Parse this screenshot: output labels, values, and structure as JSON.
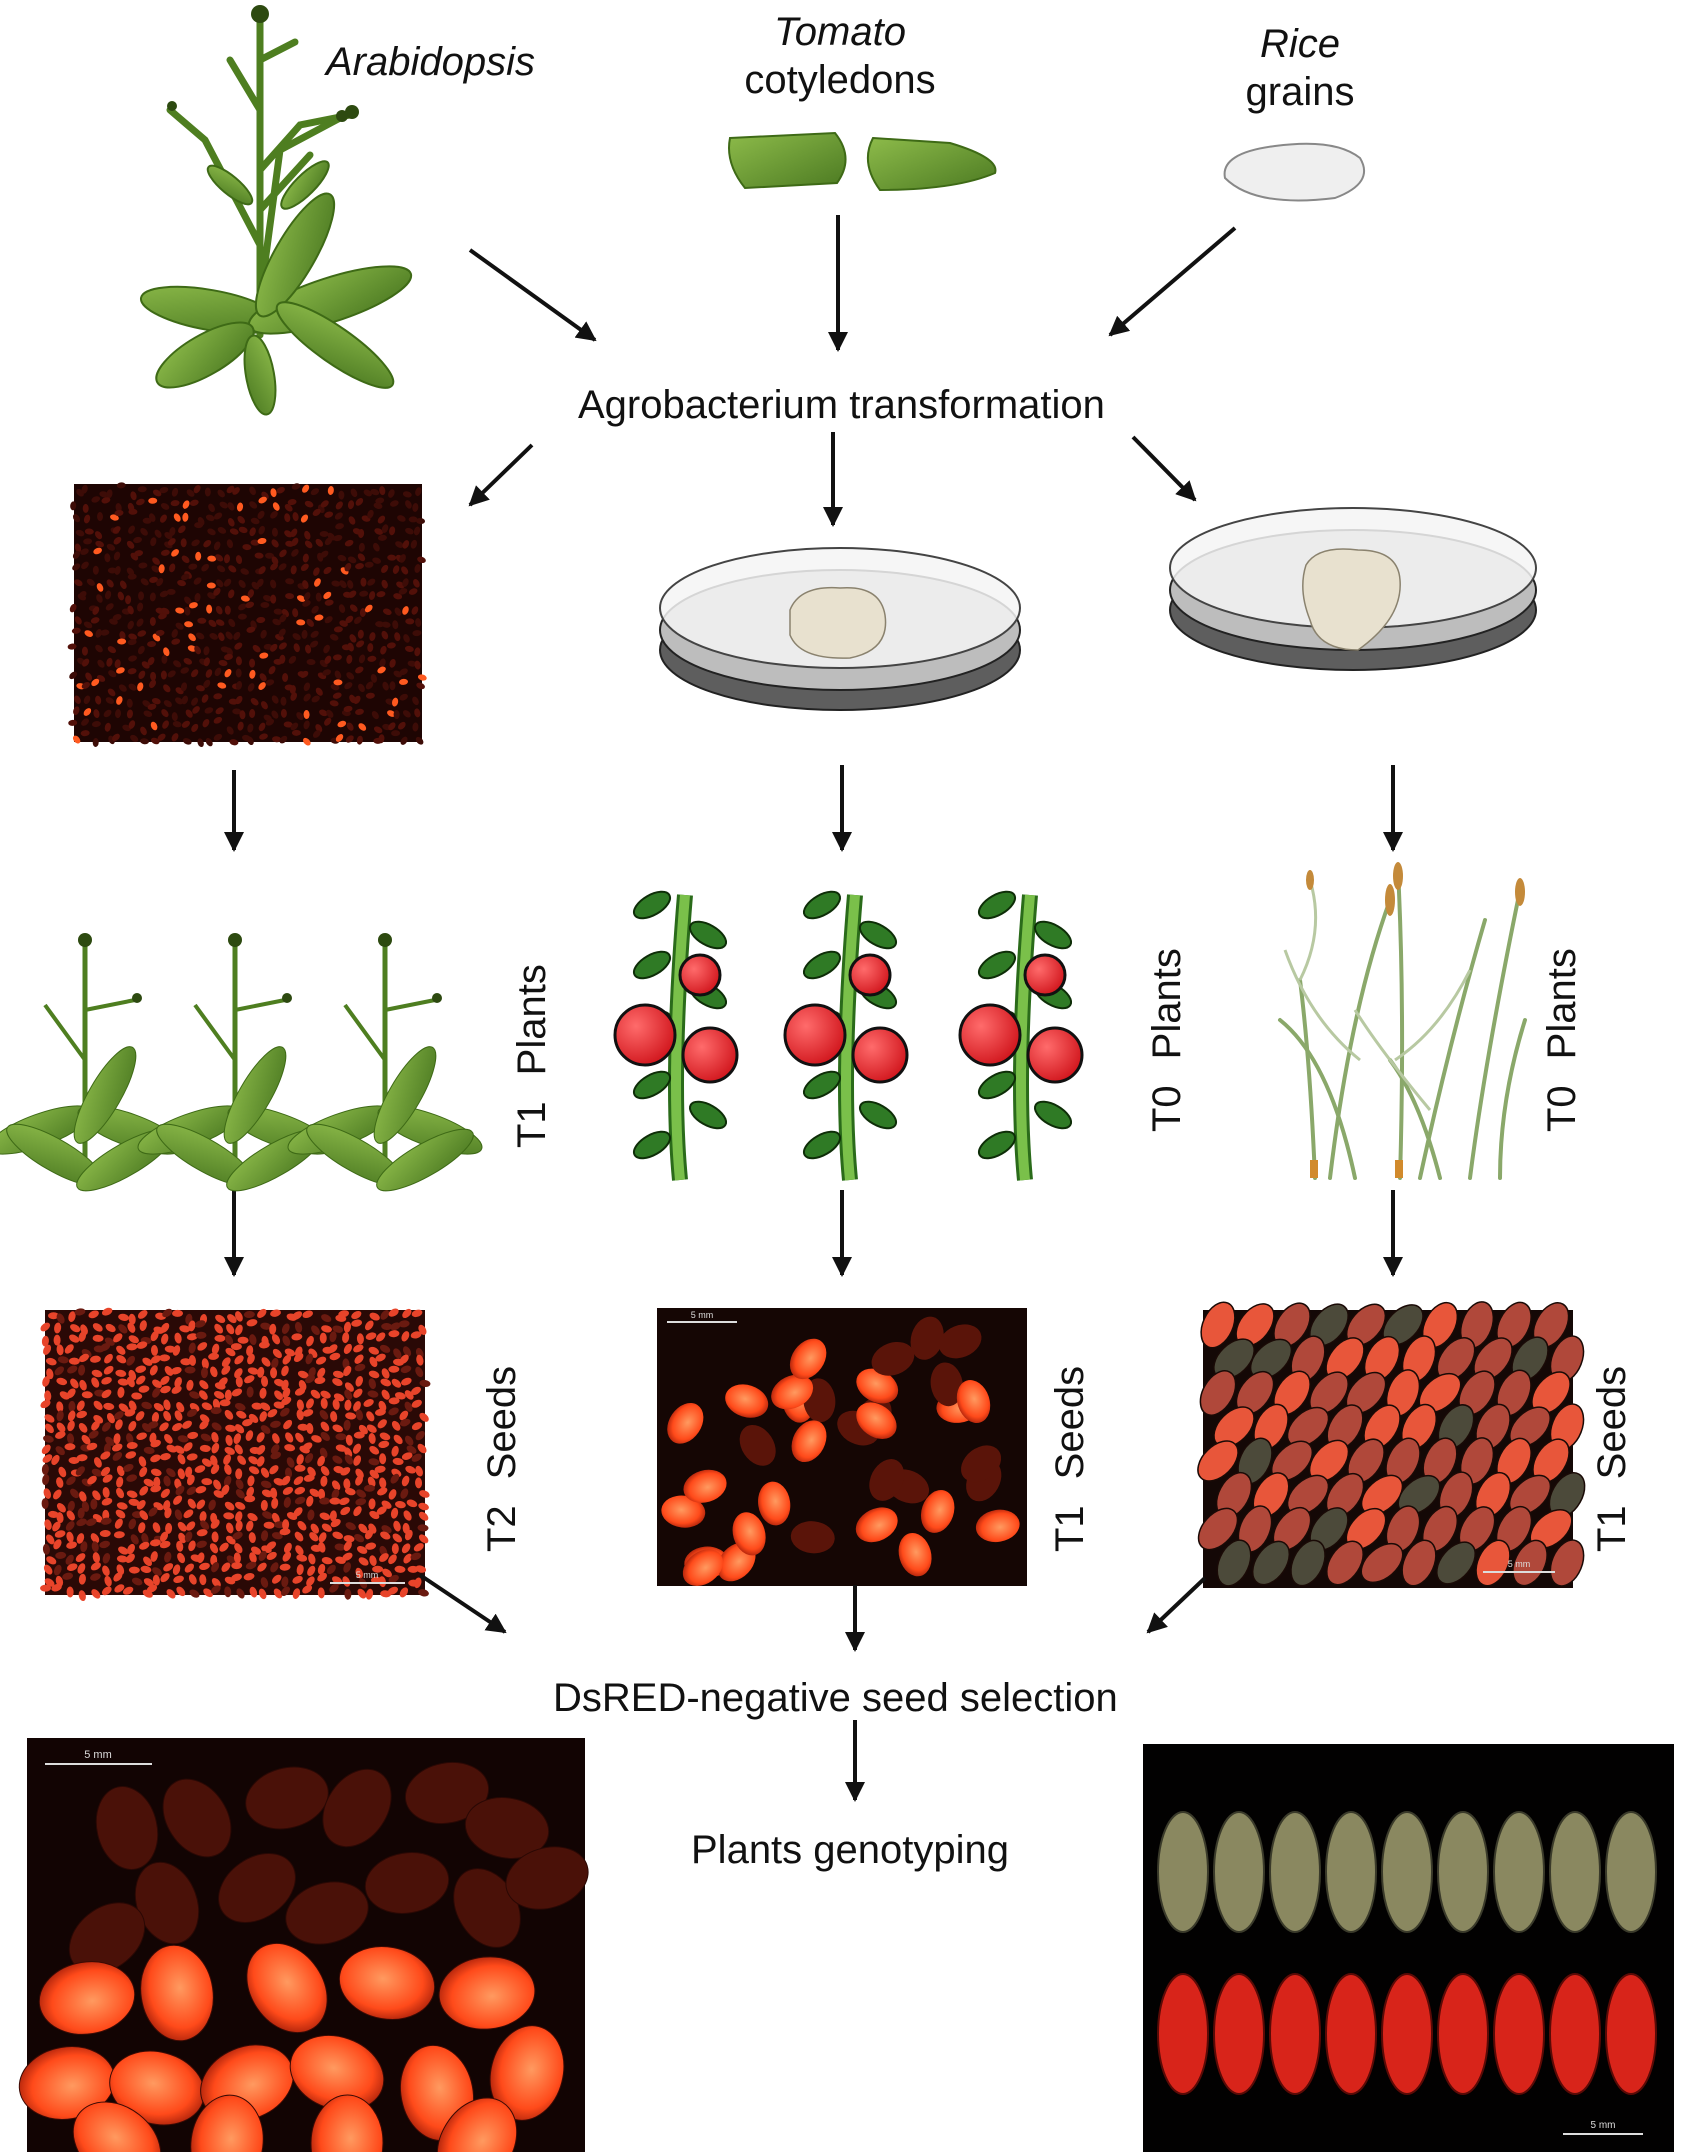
{
  "sources": {
    "arabidopsis": "Arabidopsis",
    "tomato_italic": "Tomato",
    "tomato_rest": "cotyledons",
    "rice_italic": "Rice",
    "rice_rest": "grains"
  },
  "steps": {
    "agro": "Agrobacterium transformation",
    "selection": "DsRED-negative seed selection",
    "genotyping": "Plants genotyping"
  },
  "side_labels": {
    "t1_plants": [
      "T1",
      "Plants"
    ],
    "t0_plants_tomato": [
      "T0",
      "Plants"
    ],
    "t0_plants_rice": [
      "T0",
      "Plants"
    ],
    "t2_seeds": [
      "T2",
      "Seeds"
    ],
    "t1_seeds_tomato": [
      "T1",
      "Seeds"
    ],
    "t1_seeds_rice": [
      "T1",
      "Seeds"
    ]
  },
  "scale_bars": {
    "label": "5 mm"
  },
  "colors": {
    "leaf": "#6a9a33",
    "fluor": "#ff4a1a",
    "dark": "#150604"
  }
}
